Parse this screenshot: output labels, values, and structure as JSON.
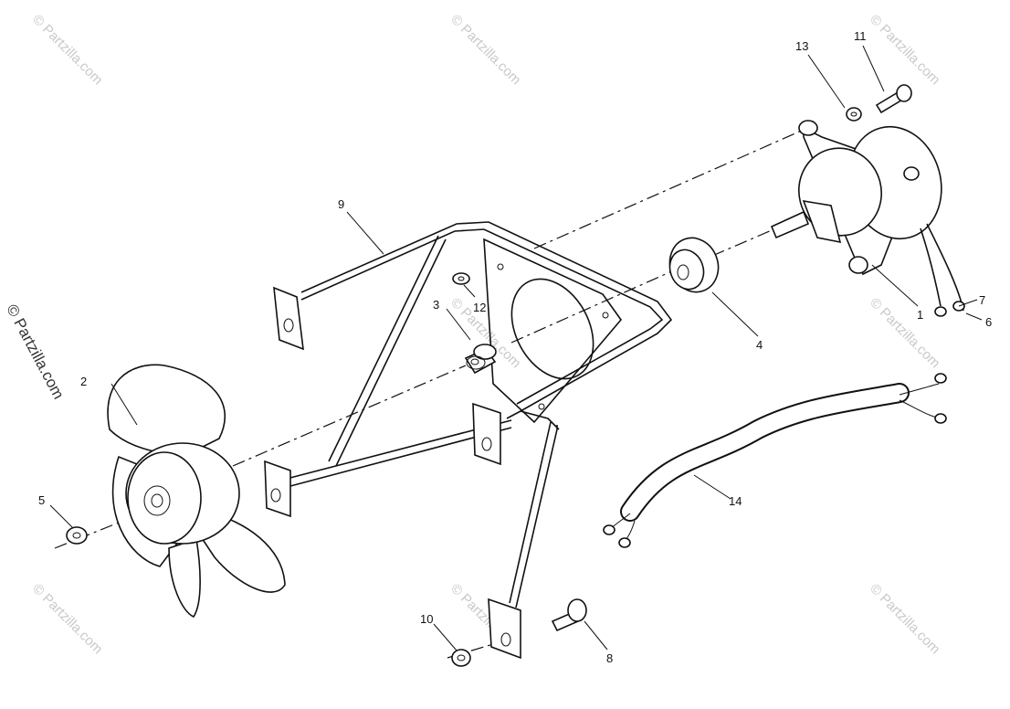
{
  "watermark": "© Partzilla.com",
  "labels": {
    "p1": "1",
    "p2": "2",
    "p3": "3",
    "p4": "4",
    "p5": "5",
    "p6": "6",
    "p7": "7",
    "p8": "8",
    "p9": "9",
    "p10": "10",
    "p11": "11",
    "p12": "12",
    "p13": "13",
    "p14": "14"
  }
}
